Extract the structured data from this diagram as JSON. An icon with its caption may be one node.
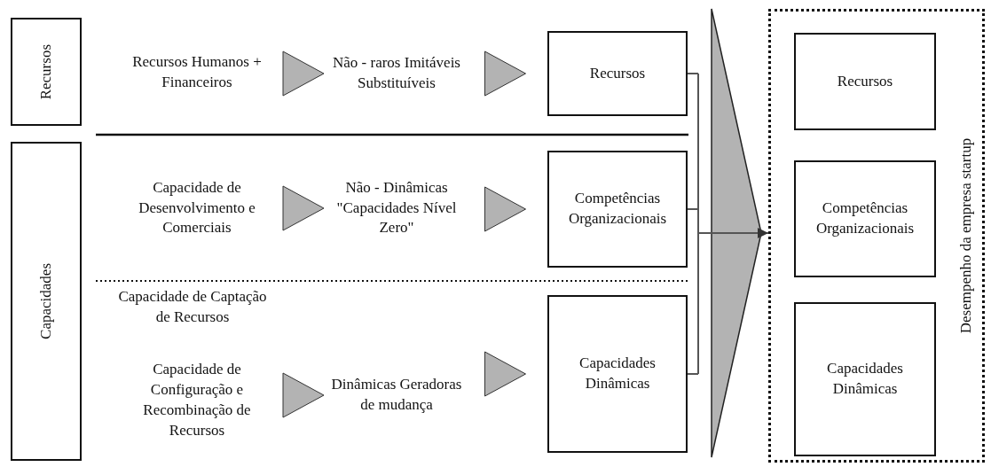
{
  "diagram": {
    "nodes": [
      {
        "text": [
          "Recursos"
        ]
      },
      {
        "text": [
          "Capacidades"
        ]
      },
      {
        "text": [
          "Recursos Humanos + Financeiros"
        ]
      },
      {
        "text": [
          "Não - raros Imitáveis Substituíveis"
        ]
      },
      {
        "text": [
          "Recursos"
        ]
      },
      {
        "text": [
          "Capacidade de Desenvolvimento e Comerciais"
        ]
      },
      {
        "text": [
          "Não - Dinâmicas \"Capacidades Nível Zero\""
        ]
      },
      {
        "text": [
          "Competências Organizacionais"
        ]
      },
      {
        "text": [
          "Capacidade de Captação de Recursos"
        ]
      },
      {
        "text": [
          "Capacidade de Configuração e Recombinação de Recursos"
        ]
      },
      {
        "text": [
          "Dinâmicas Geradoras de mudança"
        ]
      },
      {
        "text": [
          "Capacidades Dinâmicas"
        ]
      },
      {
        "text": [
          "Desempenho da empresa startup"
        ]
      },
      {
        "text": [
          "Recursos"
        ],
        "in": 12
      },
      {
        "text": [
          "Competências Organizacionais"
        ],
        "in": 12
      },
      {
        "text": [
          "Capacidades Dinâmicas"
        ],
        "in": 12
      }
    ],
    "edges": [
      {
        "from": 2,
        "to": 3,
        "arrow": "to"
      },
      {
        "from": 3,
        "to": 4,
        "arrow": "to"
      },
      {
        "from": 5,
        "to": 6,
        "arrow": "to"
      },
      {
        "from": 6,
        "to": 7,
        "arrow": "to"
      },
      {
        "from": 9,
        "to": 10,
        "arrow": "to"
      },
      {
        "from": 10,
        "to": 11,
        "arrow": "to"
      },
      {
        "from": 4,
        "to": 12,
        "arrow": "to"
      },
      {
        "from": 7,
        "to": 12,
        "arrow": "to"
      },
      {
        "from": 11,
        "to": 12,
        "arrow": "to"
      }
    ]
  }
}
